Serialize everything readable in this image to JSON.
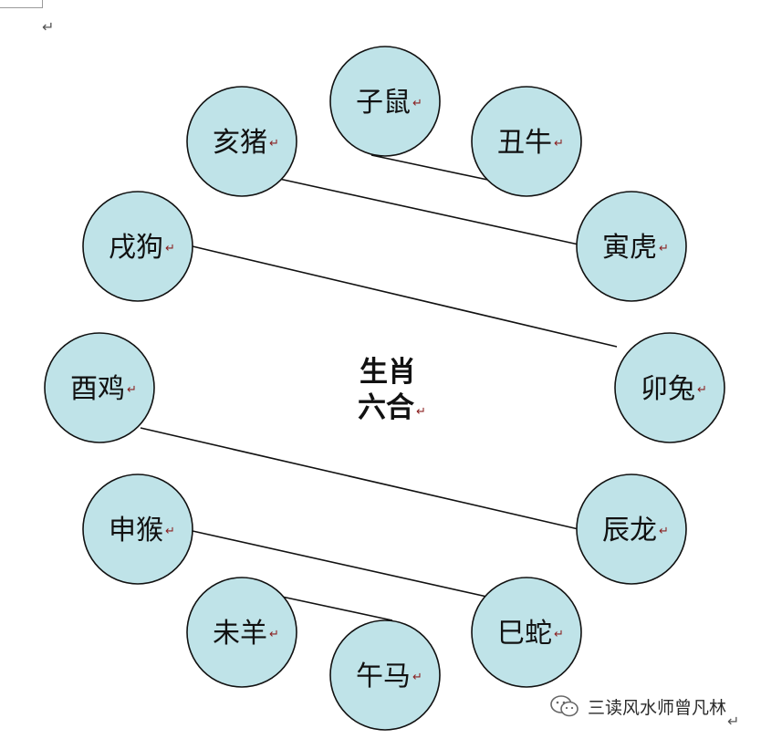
{
  "diagram": {
    "title_line1": "生肖",
    "title_line2": "六合",
    "return_mark": "↵",
    "node_fill": "#bfe3e8",
    "node_stroke": "#111111",
    "line_color": "#111111",
    "nodes": [
      {
        "id": "zi",
        "label": "子鼠"
      },
      {
        "id": "chou",
        "label": "丑牛"
      },
      {
        "id": "yin",
        "label": "寅虎"
      },
      {
        "id": "mao",
        "label": "卯兔"
      },
      {
        "id": "chen",
        "label": "辰龙"
      },
      {
        "id": "si",
        "label": "巳蛇"
      },
      {
        "id": "wu",
        "label": "午马"
      },
      {
        "id": "wei",
        "label": "未羊"
      },
      {
        "id": "shen",
        "label": "申猴"
      },
      {
        "id": "you",
        "label": "酉鸡"
      },
      {
        "id": "xu",
        "label": "戌狗"
      },
      {
        "id": "hai",
        "label": "亥猪"
      }
    ],
    "pairs": [
      [
        "zi",
        "chou"
      ],
      [
        "hai",
        "yin"
      ],
      [
        "xu",
        "mao"
      ],
      [
        "you",
        "chen"
      ],
      [
        "shen",
        "si"
      ],
      [
        "wei",
        "wu"
      ]
    ]
  },
  "watermark": {
    "text": "三读风水师曾凡林",
    "icon": "wechat-icon"
  }
}
